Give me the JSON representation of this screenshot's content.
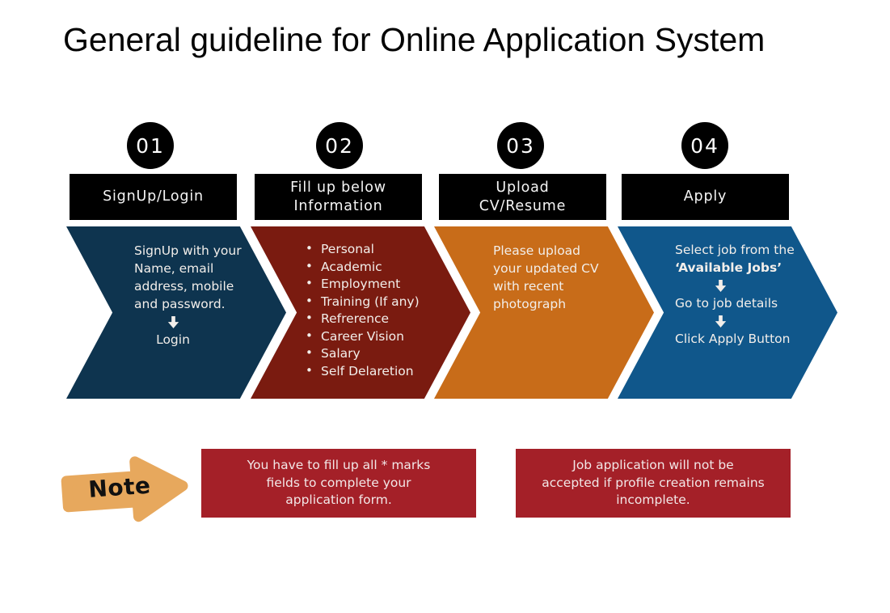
{
  "title": "General guideline for Online Application System",
  "steps": [
    {
      "number": "01",
      "header": "SignUp/Login",
      "color": "#0e344f",
      "body": "SignUp with your\nName, email\naddress, mobile\nand password.",
      "flow": [
        "Login"
      ]
    },
    {
      "number": "02",
      "header": "Fill up below\nInformation",
      "color": "#7a1b10",
      "bullets": [
        "Personal",
        "Academic",
        "Employment",
        "Training (If any)",
        "Refrerence",
        "Career Vision",
        "Salary",
        "Self Delaretion"
      ]
    },
    {
      "number": "03",
      "header": "Upload\nCV/Resume",
      "color": "#c86c19",
      "body": "Please upload\nyour updated CV\nwith recent\nphotograph"
    },
    {
      "number": "04",
      "header": "Apply",
      "color": "#10578b",
      "intro": "Select job from the",
      "highlight": "‘Available Jobs’",
      "flow": [
        "Go to job details",
        "Click Apply Button"
      ]
    }
  ],
  "note": {
    "label": "Note",
    "arrow_color": "#e7a85d"
  },
  "notices": [
    {
      "text": "You have to fill up all * marks\nfields to complete your\napplication form.",
      "color": "#a42028"
    },
    {
      "text": "Job application will not be\naccepted if profile creation remains\nincomplete.",
      "color": "#a42028"
    }
  ]
}
